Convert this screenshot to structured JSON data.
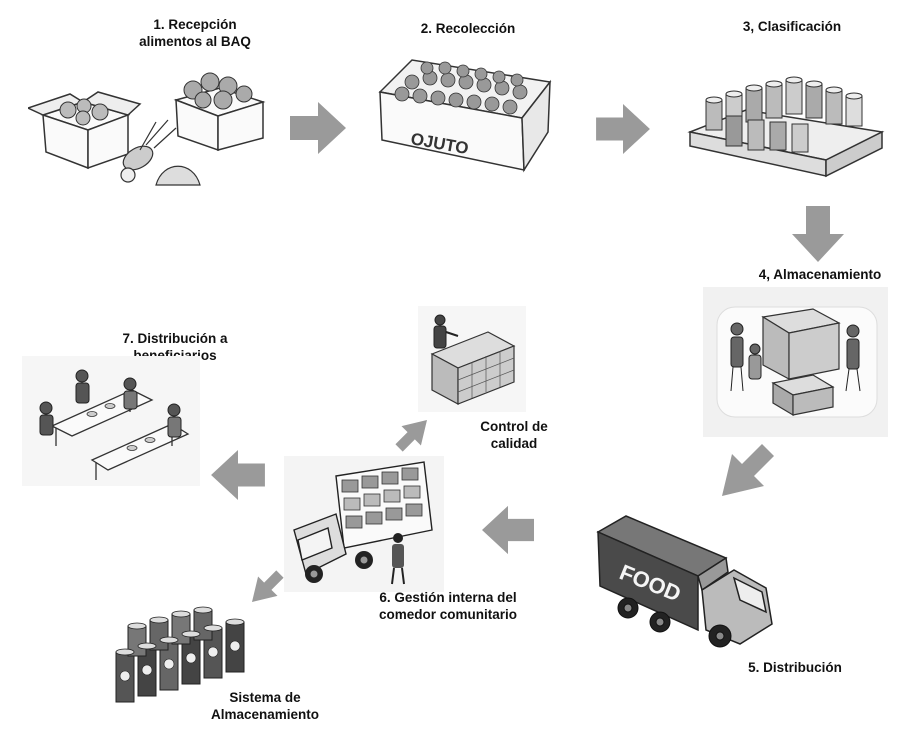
{
  "steps": {
    "s1": {
      "line1": "1. Recepción",
      "line2": "alimentos al BAQ",
      "icon": "food-boxes-icon"
    },
    "s2": {
      "line1": "2. Recolección",
      "crate_text": "OJUTO",
      "icon": "produce-crate-icon"
    },
    "s3": {
      "line1": "3, Clasificación",
      "icon": "cans-pallet-icon"
    },
    "s4": {
      "line1": "4, Almacenamiento",
      "icon": "warehouse-icon"
    },
    "s5": {
      "line1": "5. Distribución",
      "truck_text": "FOOD",
      "icon": "food-truck-icon"
    },
    "s6": {
      "line1": "6. Gestión interna del",
      "line2": "comedor comunitario",
      "icon": "delivery-truck-icon"
    },
    "s7": {
      "line1": "7. Distribución a",
      "line2": "beneficiarios",
      "icon": "dining-tables-icon"
    },
    "qc": {
      "line1": "Control de",
      "line2": "calidad",
      "icon": "quality-control-icon"
    },
    "storage": {
      "line1": "Sistema de",
      "line2": "Almacenamiento",
      "icon": "cans-storage-icon"
    }
  },
  "colors": {
    "arrow": "#9a9a9a",
    "ink": "#222222",
    "sketch": "#555555",
    "light": "#e6e6e6"
  }
}
